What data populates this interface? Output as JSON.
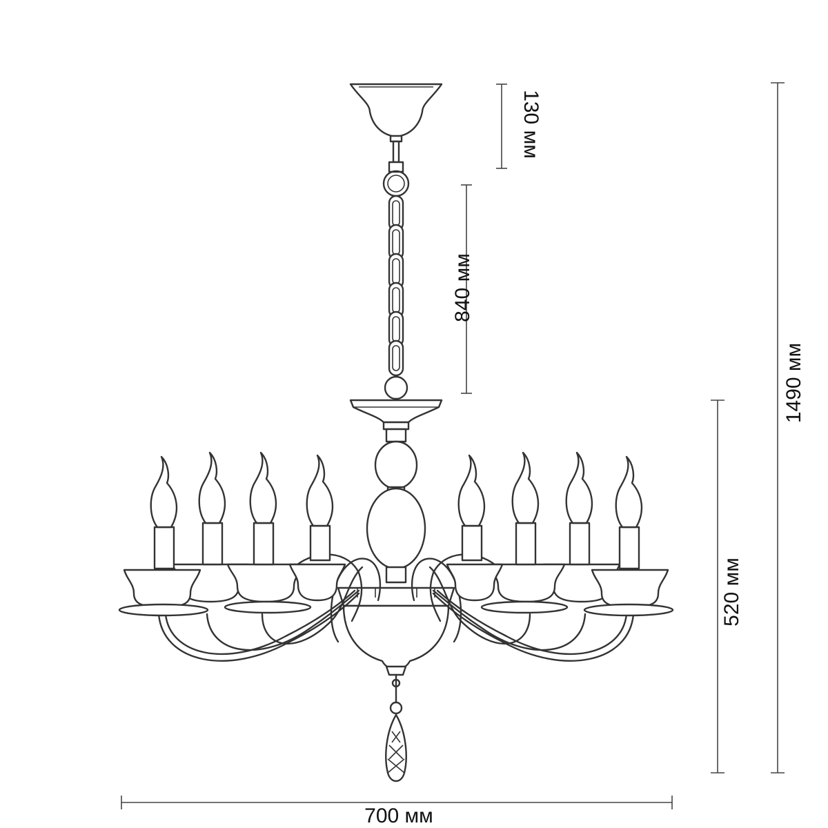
{
  "dimensions": {
    "canopy_height": "130 мм",
    "chain_length": "840 мм",
    "total_height": "1490 мм",
    "body_height": "520 мм",
    "width": "700 мм"
  },
  "icons": {
    "product": "chandelier-icon",
    "candle": "candle-bulb-icon",
    "crystal": "crystal-drop-icon"
  },
  "colors": {
    "line": "#333333",
    "background": "#ffffff"
  }
}
